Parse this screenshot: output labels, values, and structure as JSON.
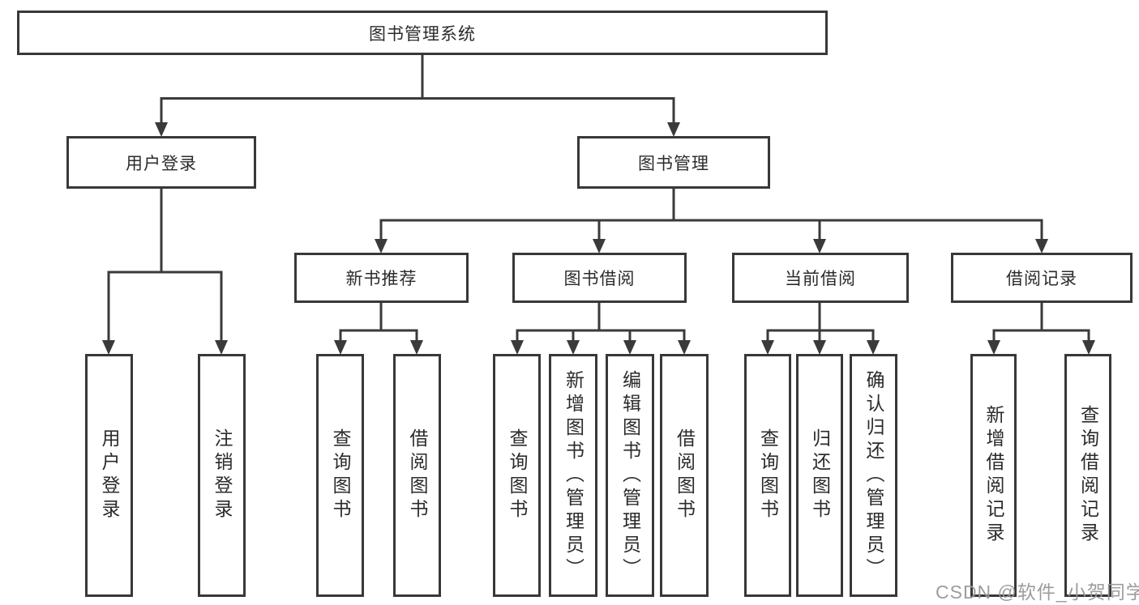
{
  "diagram": {
    "root": "图书管理系统",
    "level2": {
      "user_login": "用户登录",
      "book_mgmt": "图书管理"
    },
    "level3": {
      "new_book": "新书推荐",
      "book_borrow": "图书借阅",
      "current_borrow": "当前借阅",
      "borrow_record": "借阅记录"
    },
    "leaves": {
      "user_login": "用户登录",
      "logout": "注销登录",
      "nb_query": "查询图书",
      "nb_borrow": "借阅图书",
      "bb_query": "查询图书",
      "bb_add": "新增图书（管理员）",
      "bb_edit": "编辑图书（管理员）",
      "bb_borrow": "借阅图书",
      "cb_query": "查询图书",
      "cb_return": "归还图书",
      "cb_confirm": "确认归还（管理员）",
      "br_add": "新增借阅记录",
      "br_query": "查询借阅记录"
    }
  },
  "watermark": "CSDN @软件_小贺同学",
  "colors": {
    "line": "#3a3a3a",
    "border": "#383838",
    "text": "#2b2b2b",
    "watermark": "#989898",
    "background": "#ffffff"
  }
}
